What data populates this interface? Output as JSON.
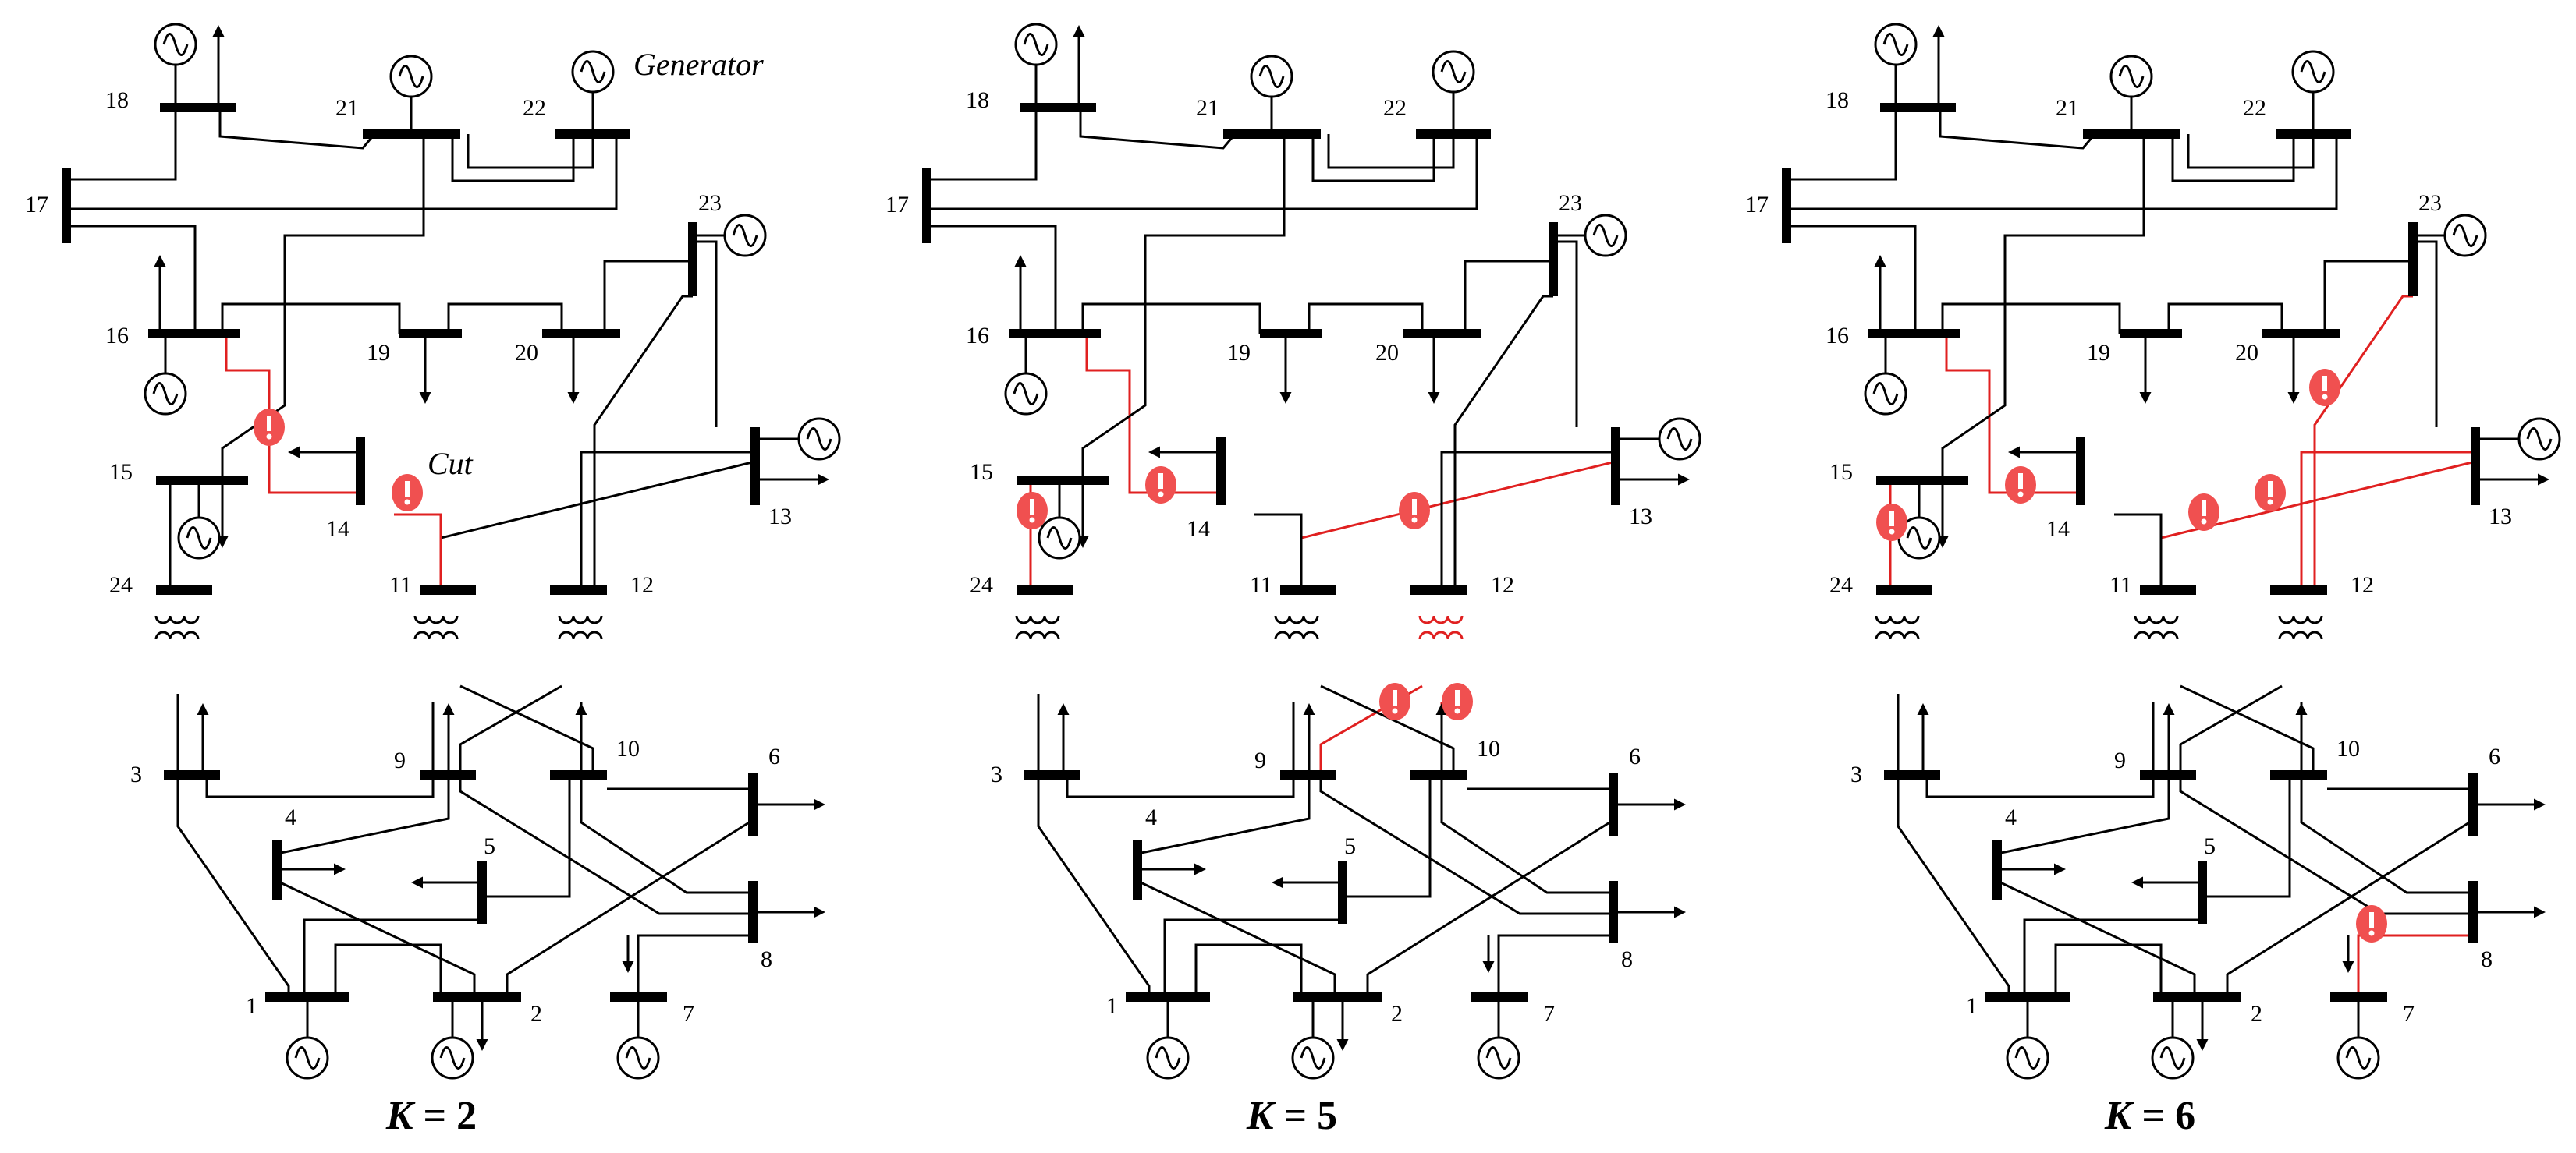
{
  "legend": {
    "generator_label": "Generator",
    "cut_label": "Cut"
  },
  "buses": [
    "1",
    "2",
    "3",
    "4",
    "5",
    "6",
    "7",
    "8",
    "9",
    "10",
    "11",
    "12",
    "13",
    "14",
    "15",
    "16",
    "17",
    "18",
    "19",
    "20",
    "21",
    "22",
    "23",
    "24"
  ],
  "panels": [
    {
      "k_symbol": "K",
      "k_equals": " = ",
      "k_value": "2",
      "cut_lines": [
        "16-14",
        "14-11"
      ]
    },
    {
      "k_symbol": "K",
      "k_equals": " = ",
      "k_value": "5",
      "cut_lines": [
        "16-14",
        "15-24",
        "11-13",
        "9-12",
        "10-12"
      ]
    },
    {
      "k_symbol": "K",
      "k_equals": " = ",
      "k_value": "6",
      "cut_lines": [
        "16-14",
        "15-24",
        "11-13",
        "12-13",
        "12-23",
        "7-8"
      ]
    }
  ],
  "colors": {
    "line": "#000000",
    "cut_line": "#e02020",
    "cut_marker": "#f05050",
    "background": "#ffffff"
  },
  "icons": {
    "generator": "ac-sine-circle-icon",
    "load": "arrow-icon",
    "cut": "exclamation-marker-icon",
    "transformer": "transformer-coil-icon"
  }
}
